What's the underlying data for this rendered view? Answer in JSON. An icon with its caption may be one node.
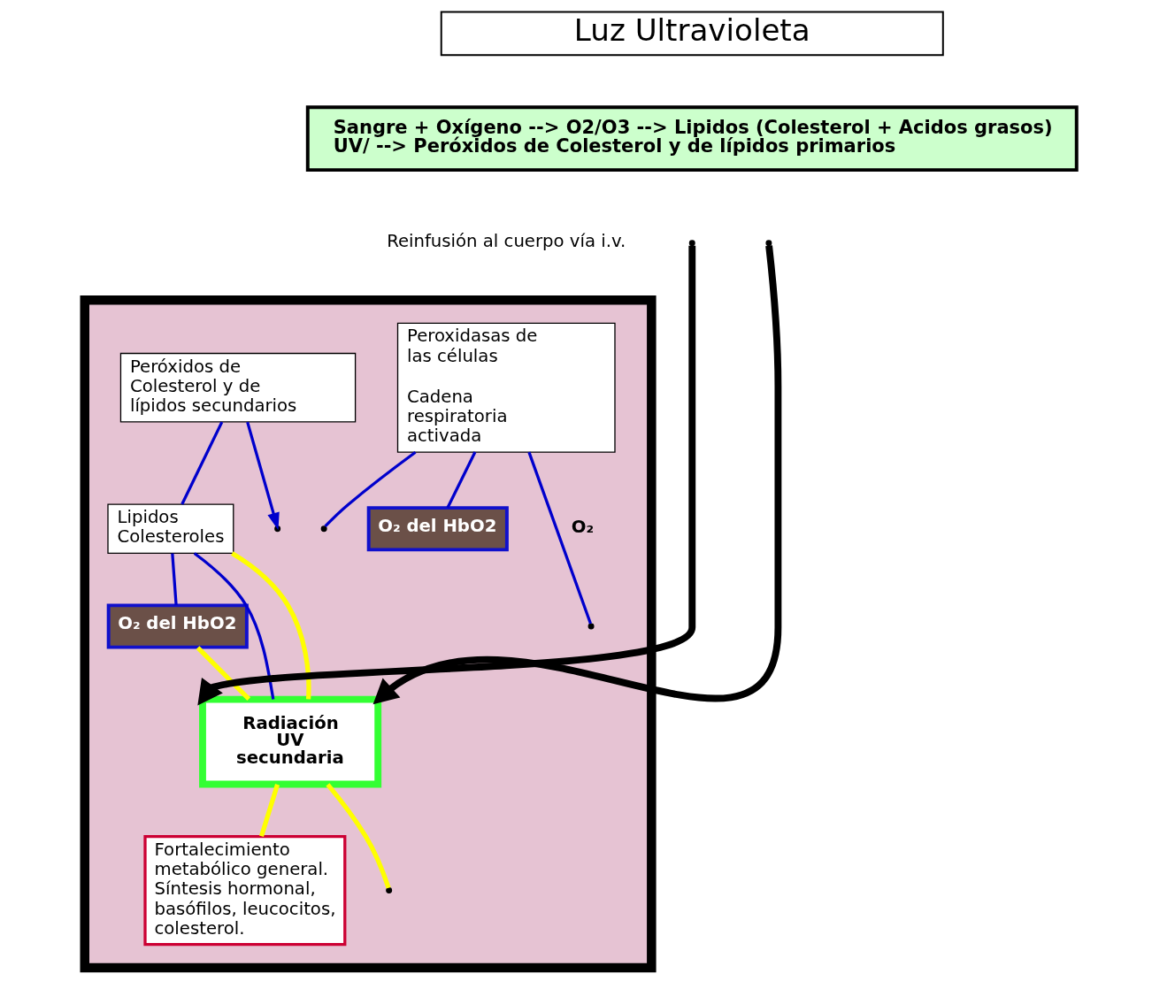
{
  "diagram": {
    "nodes": [
      {
        "text": [
          "Luz Ultravioleta"
        ]
      },
      {
        "text": [
          "Sangre + Oxígeno --> O2/O3 --> Lipidos (Colesterol + Acidos grasos)",
          "UV/ --> Peróxidos de Colesterol y de lípidos primarios"
        ]
      },
      {
        "text": [],
        "shape": "box"
      },
      {
        "text": [
          "Peróxidos de Colesterol y de lípidos secundarios"
        ],
        "in": 2
      },
      {
        "text": [
          "Peroxidasas de las células",
          "Cadena respiratoria activada"
        ],
        "in": 2
      },
      {
        "text": [
          "O₂ del HbO2"
        ],
        "in": 2
      },
      {
        "text": [
          "Lipidos Colesteroles"
        ],
        "in": 2
      },
      {
        "text": [
          "O₂ del HbO2"
        ],
        "in": 2
      },
      {
        "text": [
          "Radiación UV secundaria"
        ],
        "in": 2
      },
      {
        "text": [
          "Fortalecimiento metabólico general. Síntesis hormonal, basófilos, leucocitos, colesterol."
        ],
        "in": 2
      }
    ],
    "edges": [
      {
        "from": null,
        "to": 8,
        "arrow": "to",
        "style": "thick",
        "color": "#000000"
      },
      {
        "from": null,
        "to": 8,
        "arrow": "to",
        "style": "thick",
        "color": "#000000"
      },
      {
        "from": 3,
        "to": null,
        "arrow": "to"
      },
      {
        "from": 4,
        "to": null,
        "arrow": "none",
        "label": "O₂"
      },
      {
        "from": 4,
        "to": null,
        "arrow": "none"
      },
      {
        "from": 4,
        "to": 5,
        "arrow": "none"
      },
      {
        "from": 3,
        "to": 6,
        "arrow": "none"
      },
      {
        "from": 6,
        "to": 7,
        "arrow": "none"
      },
      {
        "from": 6,
        "to": 8,
        "arrow": "none"
      },
      {
        "from": 6,
        "to": 8,
        "arrow": "none",
        "color": "#ffff00"
      },
      {
        "from": 7,
        "to": 8,
        "arrow": "none",
        "color": "#ffff00"
      },
      {
        "from": 8,
        "to": null,
        "arrow": "none",
        "color": "#ffff00"
      },
      {
        "from": 8,
        "to": 9,
        "arrow": "none",
        "color": "#ffff00"
      }
    ],
    "labels": [
      "Reinfusión al cuerpo vía i.v."
    ]
  }
}
